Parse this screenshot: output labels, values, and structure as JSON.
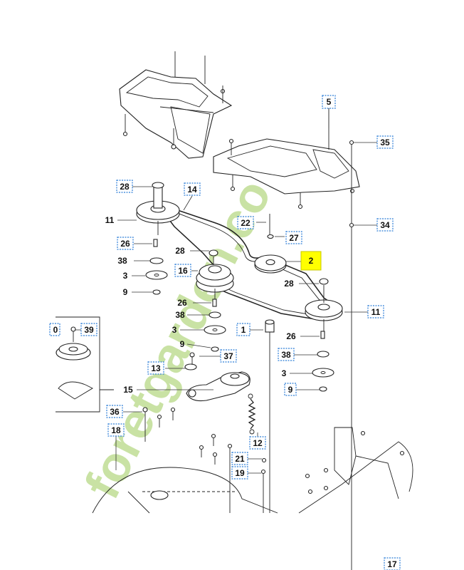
{
  "diagram": {
    "callouts": [
      {
        "id": "c28a",
        "text": "28"
      },
      {
        "id": "c14",
        "text": "14"
      },
      {
        "id": "c11a",
        "text": "11"
      },
      {
        "id": "c22",
        "text": "22"
      },
      {
        "id": "c27",
        "text": "27"
      },
      {
        "id": "c26a",
        "text": "26"
      },
      {
        "id": "c38a",
        "text": "38"
      },
      {
        "id": "c28b",
        "text": "28"
      },
      {
        "id": "c16",
        "text": "16"
      },
      {
        "id": "c3a",
        "text": "3"
      },
      {
        "id": "c9a",
        "text": "9"
      },
      {
        "id": "c2",
        "text": "2"
      },
      {
        "id": "c28c",
        "text": "28"
      },
      {
        "id": "c26b",
        "text": "26"
      },
      {
        "id": "c11b",
        "text": "11"
      },
      {
        "id": "c38b",
        "text": "38"
      },
      {
        "id": "c1",
        "text": "1"
      },
      {
        "id": "c3b",
        "text": "3"
      },
      {
        "id": "c26c",
        "text": "26"
      },
      {
        "id": "c9b",
        "text": "9"
      },
      {
        "id": "c38c",
        "text": "38"
      },
      {
        "id": "c37",
        "text": "37"
      },
      {
        "id": "c3c",
        "text": "3"
      },
      {
        "id": "c13",
        "text": "13"
      },
      {
        "id": "c9c",
        "text": "9"
      },
      {
        "id": "c15",
        "text": "15"
      },
      {
        "id": "c36",
        "text": "36"
      },
      {
        "id": "c18",
        "text": "18"
      },
      {
        "id": "c12",
        "text": "12"
      },
      {
        "id": "c21",
        "text": "21"
      },
      {
        "id": "c19",
        "text": "19"
      },
      {
        "id": "c5",
        "text": "5"
      },
      {
        "id": "c35",
        "text": "35"
      },
      {
        "id": "c34",
        "text": "34"
      },
      {
        "id": "c39",
        "text": "39"
      },
      {
        "id": "c0",
        "text": "0"
      },
      {
        "id": "c17",
        "text": "17"
      }
    ],
    "highlighted_part": "2",
    "watermark_text": "foretgarden.com",
    "colors": {
      "callout_border": "#2f7fd8",
      "highlight": "#ffff00",
      "watermark_green": "#9dcc5a",
      "watermark_tan": "#e8c98f"
    }
  }
}
